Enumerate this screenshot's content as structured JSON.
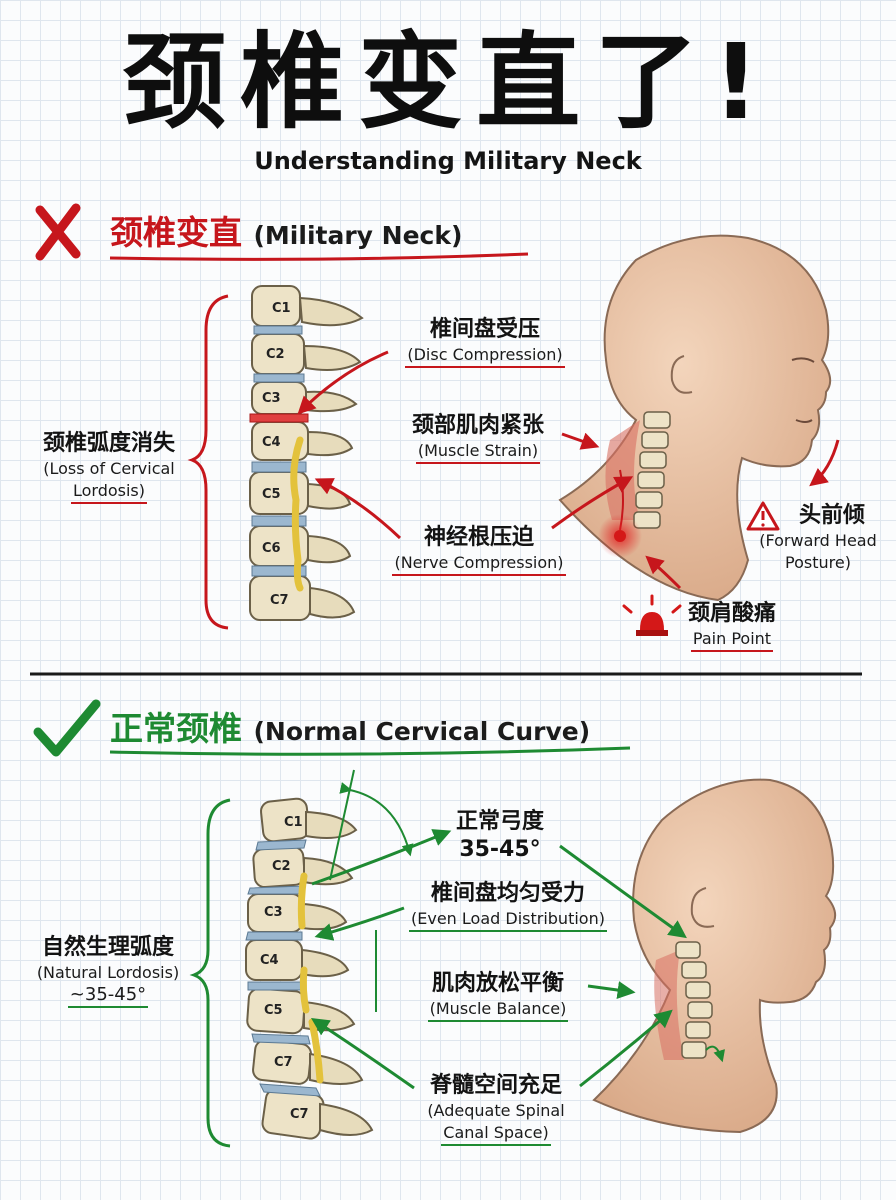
{
  "title": "颈椎变直了!",
  "subtitle": "Understanding Military Neck",
  "military": {
    "heading_zh": "颈椎变直",
    "heading_en": "(Military Neck)",
    "status_icon": "cross-icon",
    "left_label": {
      "zh": "颈椎弧度消失",
      "en1": "(Loss of Cervical",
      "en2": "Lordosis)"
    },
    "vertebrae": [
      "C1",
      "C2",
      "C3",
      "C4",
      "C5",
      "C6",
      "C7"
    ],
    "callouts": [
      {
        "zh": "椎间盘受压",
        "en": "(Disc Compression)"
      },
      {
        "zh": "颈部肌肉紧张",
        "en": "(Muscle Strain)"
      },
      {
        "zh": "神经根压迫",
        "en": "(Nerve Compression)"
      }
    ],
    "forward_head": {
      "zh": "头前倾",
      "en1": "(Forward Head",
      "en2": "Posture)"
    },
    "pain": {
      "zh": "颈肩酸痛",
      "en": "Pain Point"
    }
  },
  "normal": {
    "heading_zh": "正常颈椎",
    "heading_en": "(Normal Cervical Curve)",
    "status_icon": "checkmark-icon",
    "left_label": {
      "zh": "自然生理弧度",
      "en": "(Natural Lordosis)",
      "range": "~35-45°"
    },
    "vertebrae": [
      "C1",
      "C2",
      "C3",
      "C4",
      "C5",
      "C7",
      "C7"
    ],
    "angle": {
      "zh": "正常弓度",
      "value": "35-45°"
    },
    "callouts": [
      {
        "zh": "椎间盘均匀受力",
        "en": "(Even Load Distribution)"
      },
      {
        "zh": "肌肉放松平衡",
        "en": "(Muscle Balance)"
      },
      {
        "zh": "脊髓空间充足",
        "en1": "(Adequate Spinal",
        "en2": "Canal Space)"
      }
    ]
  },
  "colors": {
    "red": "#c6161c",
    "green": "#1e8a32",
    "bone": "#ede3c7",
    "disc": "#9bb7cf",
    "skin": "#e9c2a3"
  }
}
